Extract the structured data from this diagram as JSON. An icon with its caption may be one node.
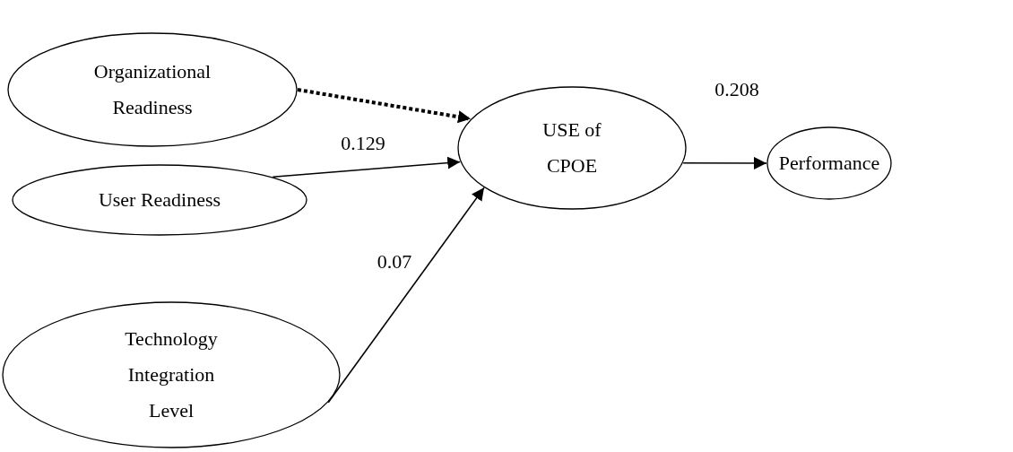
{
  "diagram": {
    "nodes": [
      {
        "text": [
          "Organizational Readiness"
        ]
      },
      {
        "text": [
          "User Readiness"
        ]
      },
      {
        "text": [
          "Technology Integration Level"
        ]
      },
      {
        "text": [
          "USE of CPOE"
        ]
      },
      {
        "text": [
          "Performance"
        ]
      }
    ],
    "edges": [
      {
        "from": 0,
        "to": 3,
        "arrow": "to",
        "style": "dashed"
      },
      {
        "from": 1,
        "to": 3,
        "arrow": "to",
        "label": "0.129"
      },
      {
        "from": 2,
        "to": 3,
        "arrow": "to",
        "label": "0.07"
      },
      {
        "from": 3,
        "to": 4,
        "arrow": "to",
        "label": "0.208"
      }
    ]
  }
}
